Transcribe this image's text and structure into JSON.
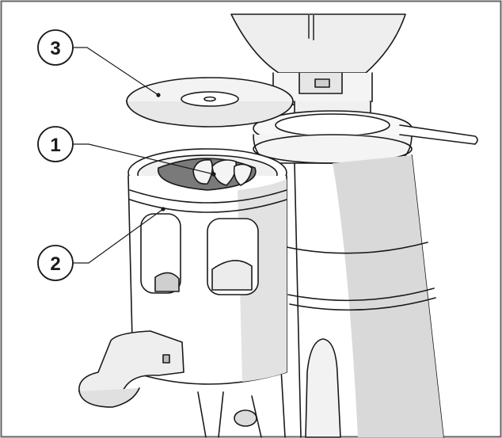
{
  "callouts": [
    {
      "number": "3",
      "part": "lid"
    },
    {
      "number": "1",
      "part": "grinding-burr-holder"
    },
    {
      "number": "2",
      "part": "dosing-container"
    }
  ],
  "colors": {
    "line": "#1a1a1a",
    "shade": "#d9d9d9",
    "light_shade": "#ececec",
    "dark_shade": "#7a7a7a",
    "frame": "#666666",
    "background": "#ffffff"
  }
}
